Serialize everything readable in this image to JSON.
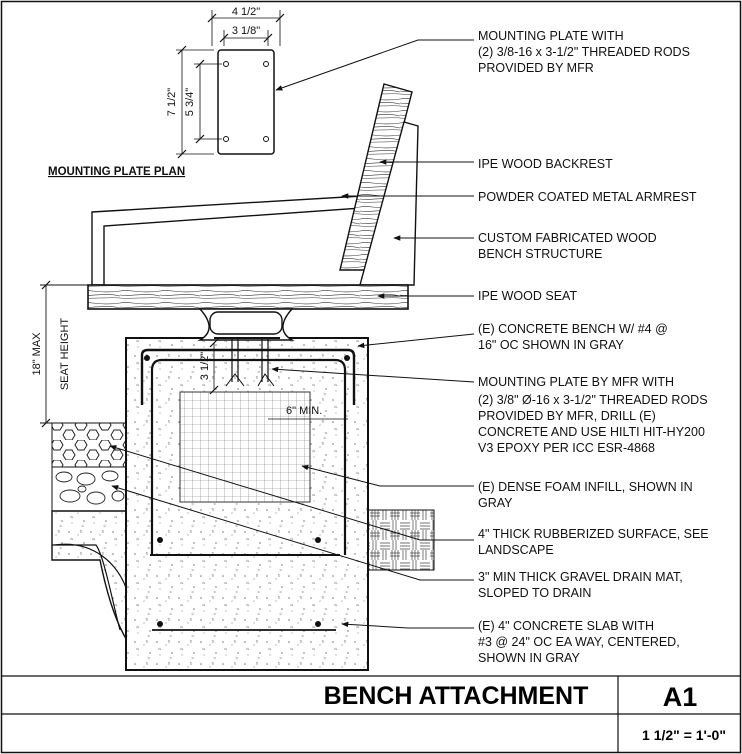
{
  "plate_plan": {
    "title": "MOUNTING PLATE PLAN",
    "dim_width_outer": "4 1/2\"",
    "dim_width_inner": "3 1/8\"",
    "dim_height_outer": "7 1/2\"",
    "dim_height_inner": "5 3/4\""
  },
  "section": {
    "dim_seat_max": "18\" MAX",
    "dim_seat_height": "SEAT HEIGHT",
    "dim_embed": "3 1/2\"",
    "dim_edge_min": "6\" MIN."
  },
  "callouts": {
    "c1": [
      "MOUNTING PLATE WITH",
      "(2) 3/8-16 x 3-1/2\" THREADED RODS",
      "PROVIDED BY MFR"
    ],
    "c2": [
      "IPE WOOD BACKREST"
    ],
    "c3": [
      "POWDER COATED METAL ARMREST"
    ],
    "c4": [
      "CUSTOM FABRICATED WOOD",
      "BENCH STRUCTURE"
    ],
    "c5": [
      "IPE WOOD SEAT"
    ],
    "c6": [
      "(E) CONCRETE BENCH W/ #4 @",
      "16\" OC SHOWN IN GRAY"
    ],
    "c7": [
      "MOUNTING PLATE BY MFR WITH",
      "(2) 3/8\" Ø-16 x 3-1/2\" THREADED RODS",
      "PROVIDED BY MFR, DRILL (E)",
      "CONCRETE AND USE HILTI  HIT-HY200",
      "V3 EPOXY PER ICC ESR-4868"
    ],
    "c8": [
      "(E) DENSE FOAM INFILL, SHOWN IN",
      "GRAY"
    ],
    "c9": [
      "4\" THICK RUBBERIZED SURFACE, SEE",
      "LANDSCAPE"
    ],
    "c10": [
      "3\" MIN THICK GRAVEL DRAIN MAT,",
      "SLOPED TO DRAIN"
    ],
    "c11": [
      "(E) 4\" CONCRETE SLAB WITH",
      "#3 @  24\" OC EA WAY, CENTERED,",
      "SHOWN IN GRAY"
    ]
  },
  "title_block": {
    "title": "BENCH ATTACHMENT",
    "sheet": "A1",
    "scale": "1 1/2\" = 1'-0\""
  }
}
